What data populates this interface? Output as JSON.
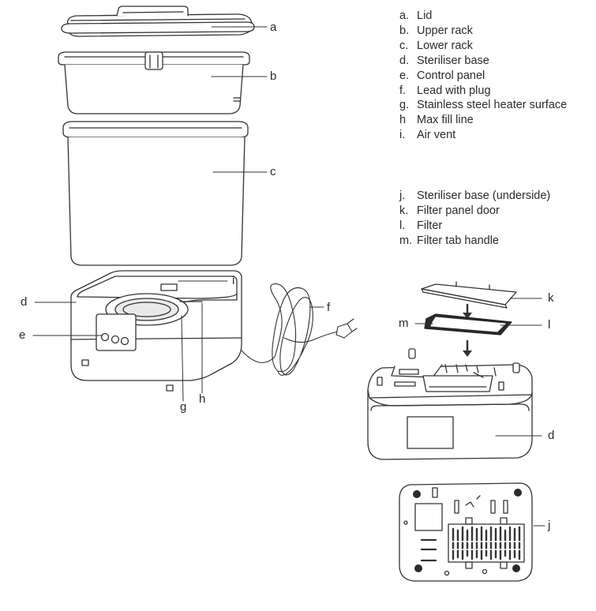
{
  "legend_top": [
    {
      "key": "a.",
      "text": "Lid"
    },
    {
      "key": "b.",
      "text": "Upper rack"
    },
    {
      "key": "c.",
      "text": "Lower rack"
    },
    {
      "key": "d.",
      "text": "Steriliser base"
    },
    {
      "key": "e.",
      "text": "Control panel"
    },
    {
      "key": "f.",
      "text": "Lead with plug"
    },
    {
      "key": "g.",
      "text": "Stainless steel heater surface"
    },
    {
      "key": "h",
      "text": "Max fill line"
    },
    {
      "key": "i.",
      "text": "Air vent"
    }
  ],
  "legend_bottom": [
    {
      "key": "j.",
      "text": "Steriliser base (underside)"
    },
    {
      "key": "k.",
      "text": "Filter panel door"
    },
    {
      "key": "l.",
      "text": "Filter"
    },
    {
      "key": "m.",
      "text": "Filter tab handle"
    }
  ],
  "callouts": {
    "a": "a",
    "b": "b",
    "c": "c",
    "d": "d",
    "e": "e",
    "f": "f",
    "g": "g",
    "h": "h",
    "i": "i",
    "j": "j",
    "k": "k",
    "l": "l",
    "m": "m"
  },
  "colors": {
    "line": "#333333",
    "fill": "#ffffff",
    "shade": "#e6e6e6",
    "dark": "#2a2a2a"
  }
}
